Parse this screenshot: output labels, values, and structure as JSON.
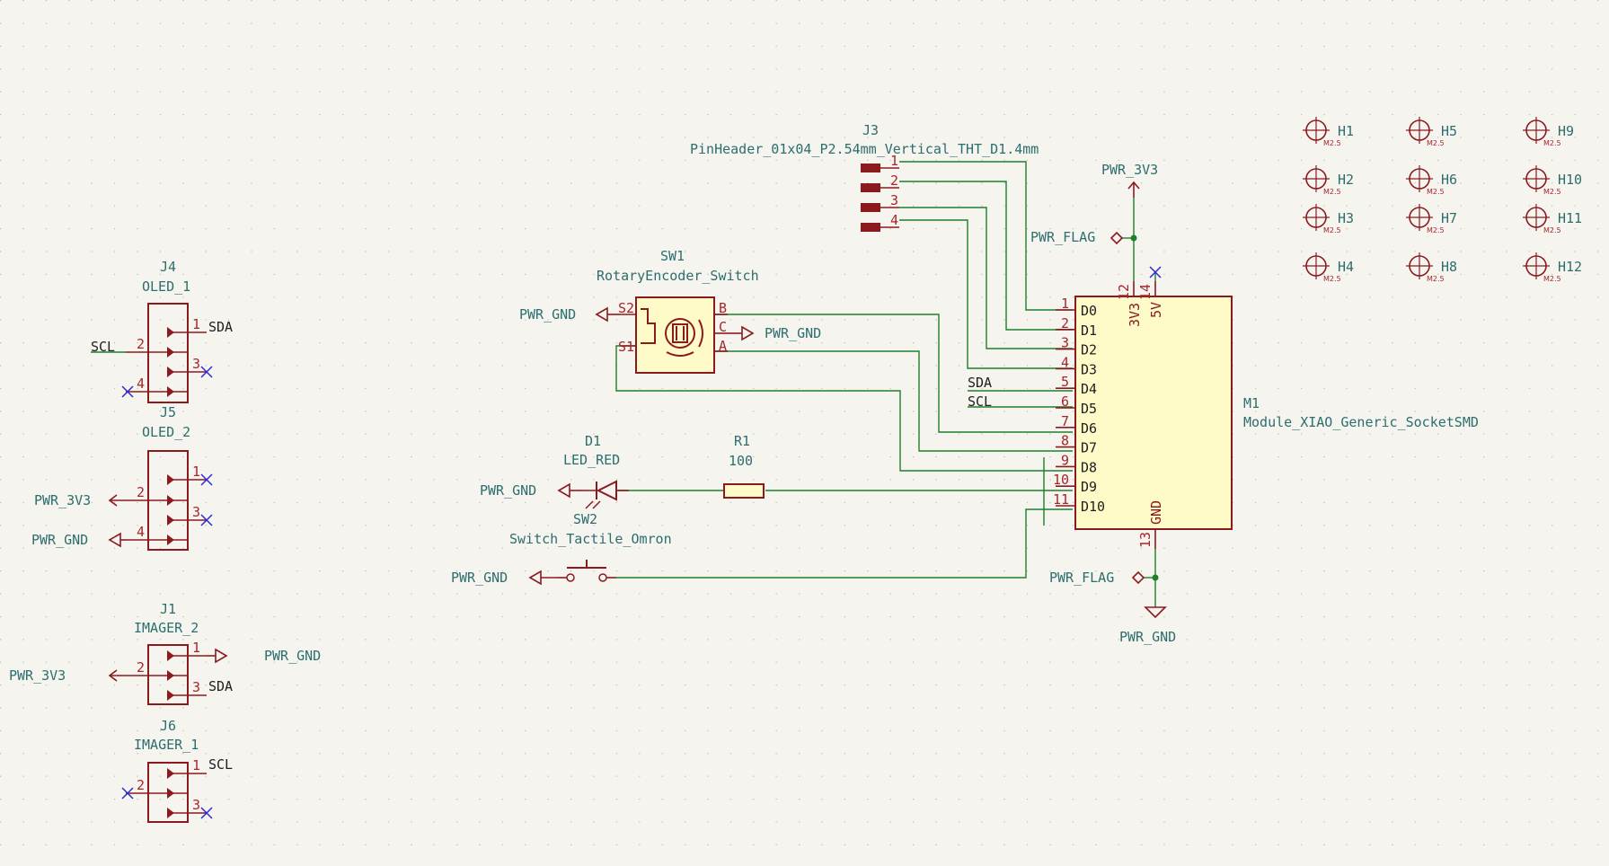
{
  "module": {
    "ref": "M1",
    "value": "Module_XIAO_Generic_SocketSMD",
    "left_pins": [
      {
        "num": "1",
        "name": "D0"
      },
      {
        "num": "2",
        "name": "D1"
      },
      {
        "num": "3",
        "name": "D2"
      },
      {
        "num": "4",
        "name": "D3"
      },
      {
        "num": "5",
        "name": "D4"
      },
      {
        "num": "6",
        "name": "D5"
      },
      {
        "num": "7",
        "name": "D6"
      },
      {
        "num": "8",
        "name": "D7"
      },
      {
        "num": "9",
        "name": "D8"
      },
      {
        "num": "10",
        "name": "D9"
      },
      {
        "num": "11",
        "name": "D10"
      }
    ],
    "top_pins": [
      {
        "num": "12",
        "name": "3V3"
      },
      {
        "num": "14",
        "name": "5V"
      }
    ],
    "bottom_pin": {
      "num": "13",
      "name": "GND"
    }
  },
  "j3": {
    "ref": "J3",
    "value": "PinHeader_01x04_P2.54mm_Vertical_THT_D1.4mm",
    "pins": [
      "1",
      "2",
      "3",
      "4"
    ]
  },
  "sw1": {
    "ref": "SW1",
    "value": "RotaryEncoder_Switch",
    "pins": {
      "s2": "S2",
      "s1": "S1",
      "b": "B",
      "c": "C",
      "a": "A"
    }
  },
  "d1": {
    "ref": "D1",
    "value": "LED_RED"
  },
  "r1": {
    "ref": "R1",
    "value": "100"
  },
  "sw2": {
    "ref": "SW2",
    "value": "Switch_Tactile_Omron"
  },
  "connectors": [
    {
      "ref": "J4",
      "value": "OLED_1"
    },
    {
      "ref": "J5",
      "value": "OLED_2"
    },
    {
      "ref": "J1",
      "value": "IMAGER_2"
    },
    {
      "ref": "J6",
      "value": "IMAGER_1"
    }
  ],
  "pin_numbers": [
    "1",
    "2",
    "3",
    "4"
  ],
  "nets": {
    "gnd": "PWR_GND",
    "v33": "PWR_3V3",
    "flag": "PWR_FLAG",
    "sda": "SDA",
    "scl": "SCL"
  },
  "holes": {
    "refs": [
      "H1",
      "H2",
      "H3",
      "H4",
      "H5",
      "H6",
      "H7",
      "H8",
      "H9",
      "H10",
      "H11",
      "H12"
    ],
    "size": "M2.5"
  },
  "colors": {
    "background": "#f5f4ef",
    "wire": "#1f7f2a",
    "symbol": "#8b1a1f",
    "body": "#fffbc8",
    "text": "#2c6e6e",
    "noconnect": "#2a2ad0"
  }
}
